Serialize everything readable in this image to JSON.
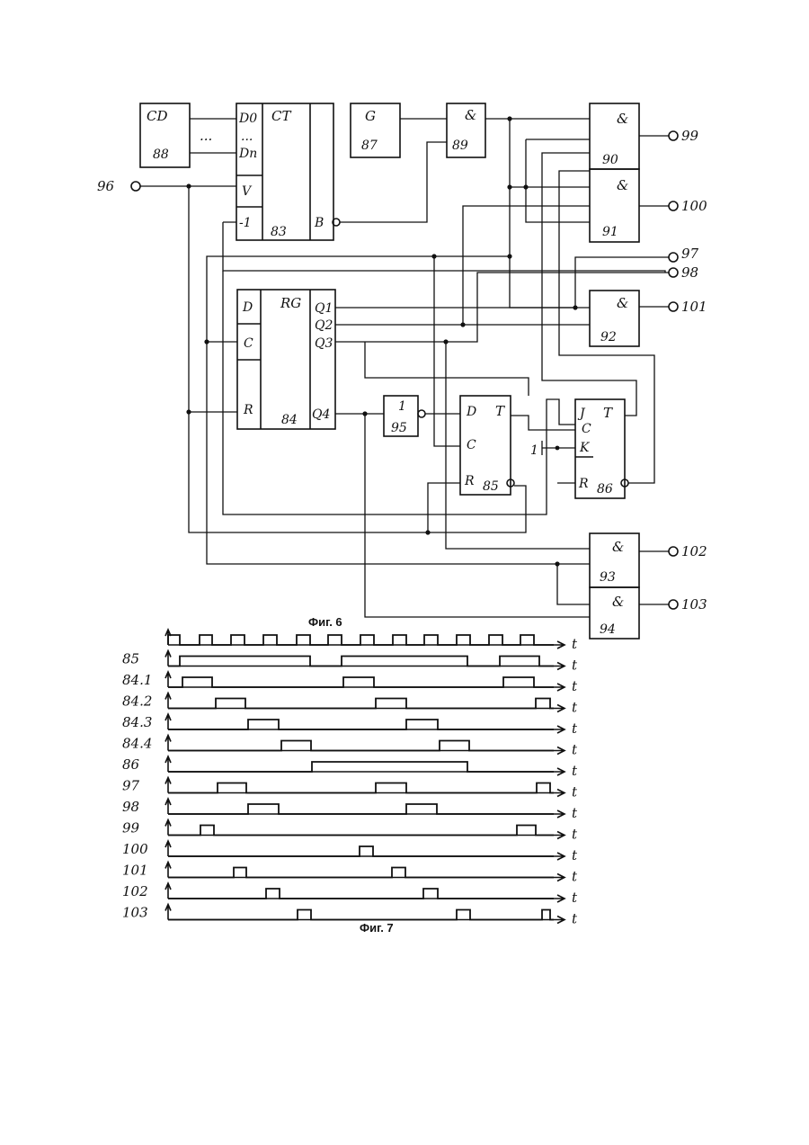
{
  "figure6": {
    "caption": "Фиг. 6",
    "blocks": {
      "cd": {
        "label": "CD",
        "num": "88"
      },
      "ct": {
        "label": "CT",
        "num": "83",
        "pins": {
          "d0": "D0",
          "dots": "...",
          "dn": "Dn",
          "v": "V",
          "minus1": "-1",
          "b": "B"
        }
      },
      "g": {
        "label": "G",
        "num": "87"
      },
      "and89": {
        "label": "&",
        "num": "89"
      },
      "and90": {
        "label": "&",
        "num": "90"
      },
      "and91": {
        "label": "&",
        "num": "91"
      },
      "and92": {
        "label": "&",
        "num": "92"
      },
      "and93": {
        "label": "&",
        "num": "93"
      },
      "and94": {
        "label": "&",
        "num": "94"
      },
      "rg": {
        "label": "RG",
        "num": "84",
        "pins": {
          "d": "D",
          "c": "C",
          "r": "R",
          "q1": "Q1",
          "q2": "Q2",
          "q3": "Q3",
          "q4": "Q4"
        }
      },
      "inv95": {
        "label": "1",
        "num": "95"
      },
      "t85": {
        "label": "T",
        "num": "85",
        "pins": {
          "d": "D",
          "c": "C",
          "r": "R"
        }
      },
      "t86": {
        "label": "T",
        "num": "86",
        "pins": {
          "j": "J",
          "c": "C",
          "k": "K",
          "r": "R"
        }
      },
      "const1": "1"
    },
    "cd_dots": "...",
    "terminals": {
      "t96": "96",
      "t97": "97",
      "t98": "98",
      "t99": "99",
      "t100": "100",
      "t101": "101",
      "t102": "102",
      "t103": "103"
    }
  },
  "figure7": {
    "caption": "Фиг. 7",
    "axis_symbol": "t",
    "rows": [
      {
        "label": ""
      },
      {
        "label": "85"
      },
      {
        "label": "84.1"
      },
      {
        "label": "84.2"
      },
      {
        "label": "84.3"
      },
      {
        "label": "84.4"
      },
      {
        "label": "86"
      },
      {
        "label": "97"
      },
      {
        "label": "98"
      },
      {
        "label": "99"
      },
      {
        "label": "100"
      },
      {
        "label": "101"
      },
      {
        "label": "102"
      },
      {
        "label": "103"
      }
    ]
  }
}
